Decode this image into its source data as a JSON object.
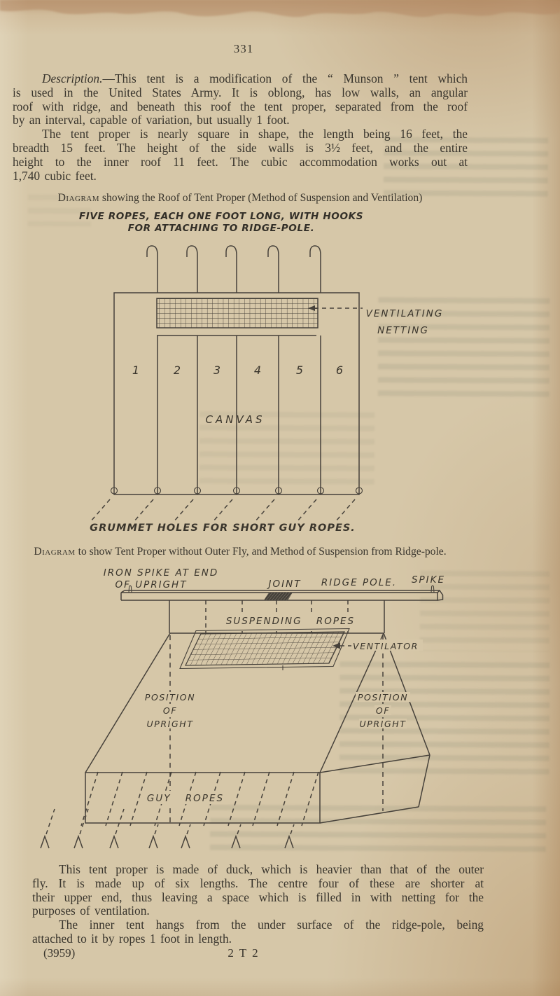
{
  "page": {
    "number": "331"
  },
  "para1": {
    "line1_lead": "Description.",
    "line1_rest": "—This tent is a modification of the “ Munson ” tent which",
    "line2": "is used in the United States Army.  It is oblong, has low walls, an angular",
    "line3": "roof with ridge, and beneath this roof the tent proper, separated from the roof",
    "line4": "by an interval, capable of variation, but usually 1 foot."
  },
  "para2": {
    "line1": "The tent proper is nearly square in shape, the length being 16 feet, the",
    "line2": "breadth 15 feet.  The height of the side walls is 3½ feet, and the entire",
    "line3": "height to the inner roof 11 feet.  The cubic accommodation works out at",
    "line4": "1,740 cubic feet."
  },
  "diagram1": {
    "caption_lead": "Diagram",
    "caption_rest": " showing the Roof of Tent Proper (Method of Suspension and Ventilation)",
    "subtitle_line1": "FIVE ROPES, EACH ONE FOOT LONG, WITH HOOKS",
    "subtitle_line2": "FOR ATTACHING TO RIDGE-POLE.",
    "ventilating_line1": "VENTILATING",
    "ventilating_line2": "NETTING",
    "canvas_label": "CANVAS",
    "panel_numbers": [
      "1",
      "2",
      "3",
      "4",
      "5",
      "6"
    ],
    "grummet_label": "GRUMMET HOLES FOR SHORT GUY ROPES."
  },
  "diagram2": {
    "caption_lead": "Diagram",
    "caption_rest": " to show Tent Proper without Outer Fly, and Method of Suspension from Ridge-pole.",
    "iron_spike_line1": "IRON SPIKE AT END",
    "iron_spike_line2": "OF UPRIGHT",
    "joint": "JOINT",
    "ridge_pole": "RIDGE POLE.",
    "spike": "SPIKE",
    "suspending_ropes": "SUSPENDING ROPES",
    "ventilator": "VENTILATOR",
    "position_left": {
      "l1": "POSITION",
      "l2": "OF",
      "l3": "UPRIGHT"
    },
    "position_right": {
      "l1": "POSITION",
      "l2": "OF",
      "l3": "UPRIGHT"
    },
    "guy_ropes": "GUY ROPES"
  },
  "para3": {
    "line1": "This tent proper is made of duck, which is heavier than that of the outer",
    "line2": "fly.  It is made up of six lengths.  The centre four of these are shorter at",
    "line3": "their upper end, thus leaving a space which is filled in with netting for the",
    "line4": "purposes of ventilation."
  },
  "para4": {
    "line1": "The inner tent hangs from the under surface of the ridge-pole, being",
    "line2": "attached to it by ropes 1 foot in length."
  },
  "footer": {
    "left": "(3959)",
    "center": "2 T 2"
  },
  "colors": {
    "paper": "#d6c7a8",
    "ink": "#39352d",
    "diagram_ink": "#46413a"
  }
}
